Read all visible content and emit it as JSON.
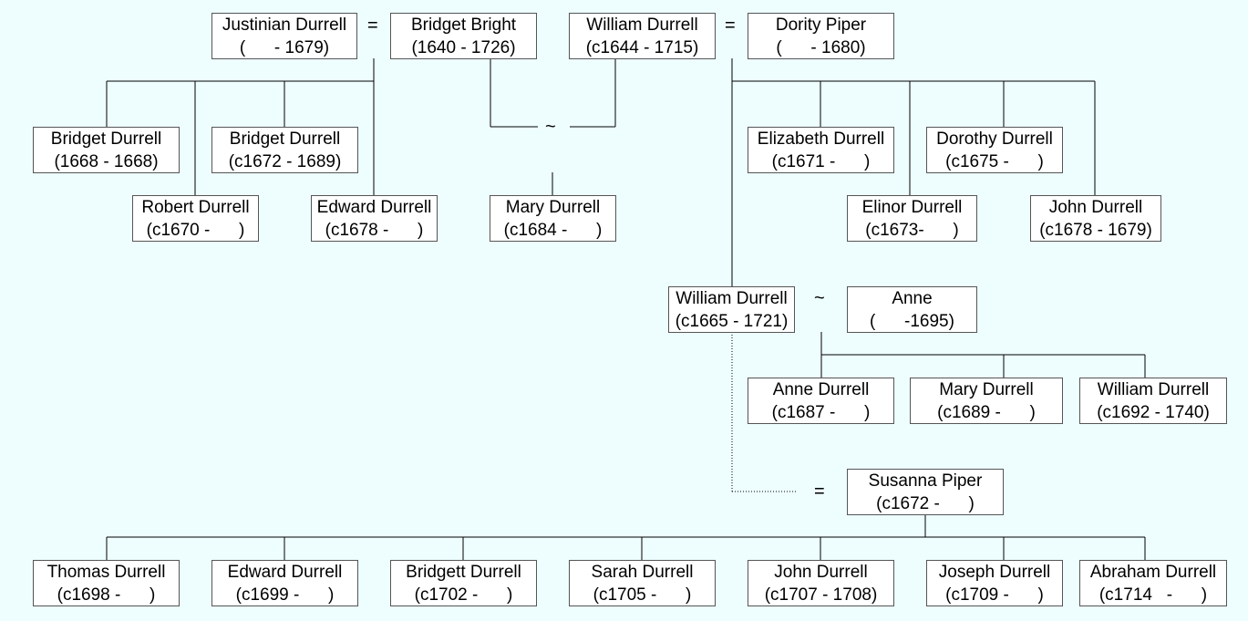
{
  "people": {
    "justinian": {
      "name": "Justinian Durrell",
      "dates": "(      - 1679)"
    },
    "bridget_bright": {
      "name": "Bridget Bright",
      "dates": "(1640 - 1726)"
    },
    "william_sr": {
      "name": "William Durrell",
      "dates": "(c1644 - 1715)"
    },
    "dority_piper": {
      "name": "Dority Piper",
      "dates": "(      - 1680)"
    },
    "bridget_1668": {
      "name": "Bridget Durrell",
      "dates": "(1668 - 1668)"
    },
    "bridget_1672": {
      "name": "Bridget Durrell",
      "dates": "(c1672 - 1689)"
    },
    "robert": {
      "name": "Robert Durrell",
      "dates": "(c1670 -      )"
    },
    "edward_1678": {
      "name": "Edward Durrell",
      "dates": "(c1678 -      )"
    },
    "mary_1684": {
      "name": "Mary Durrell",
      "dates": "(c1684 -      )"
    },
    "elizabeth": {
      "name": "Elizabeth Durrell",
      "dates": "(c1671 -      )"
    },
    "dorothy": {
      "name": "Dorothy Durrell",
      "dates": "(c1675 -      )"
    },
    "elinor": {
      "name": "Elinor Durrell",
      "dates": "(c1673-      )"
    },
    "john_1678": {
      "name": "John Durrell",
      "dates": "(c1678 - 1679)"
    },
    "william_jr": {
      "name": "William Durrell",
      "dates": "(c1665 - 1721)"
    },
    "anne": {
      "name": "Anne",
      "dates": "(      -1695)"
    },
    "anne_durrell": {
      "name": "Anne Durrell",
      "dates": "(c1687 -      )"
    },
    "mary_1689": {
      "name": "Mary Durrell",
      "dates": "(c1689 -      )"
    },
    "william_1692": {
      "name": "William Durrell",
      "dates": "(c1692 - 1740)"
    },
    "susanna": {
      "name": "Susanna Piper",
      "dates": "(c1672 -      )"
    },
    "thomas": {
      "name": "Thomas Durrell",
      "dates": "(c1698 -      )"
    },
    "edward_1699": {
      "name": "Edward Durrell",
      "dates": "(c1699 -      )"
    },
    "bridgett": {
      "name": "Bridgett Durrell",
      "dates": "(c1702 -      )"
    },
    "sarah": {
      "name": "Sarah Durrell",
      "dates": "(c1705 -      )"
    },
    "john_1707": {
      "name": "John Durrell",
      "dates": "(c1707 - 1708)"
    },
    "joseph": {
      "name": "Joseph Durrell",
      "dates": "(c1709 -      )"
    },
    "abraham": {
      "name": "Abraham Durrell",
      "dates": "(c1714   -      )"
    }
  },
  "symbols": {
    "married": "=",
    "unmarried": "~"
  },
  "colors": {
    "background": "#eefeff",
    "box": "#ffffff",
    "line": "#000000"
  }
}
